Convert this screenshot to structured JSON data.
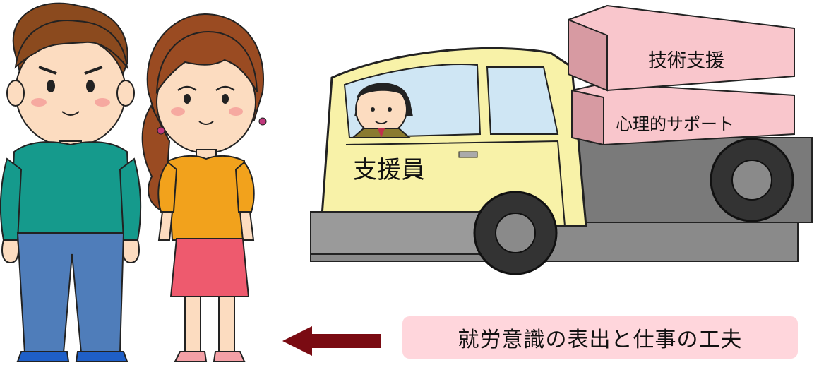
{
  "truck": {
    "driver_label": "支援員",
    "cargo_top_label": "技術支援",
    "cargo_bottom_label": "心理的サポート"
  },
  "caption": "就労意識の表出と仕事の工夫",
  "colors": {
    "cargo_fill": "#f9c6cc",
    "truck_body": "#f8f2a8",
    "caption_bg": "#ffd6dc",
    "arrow": "#7a0b12",
    "man_shirt": "#159a8c",
    "woman_shirt": "#f2a21c",
    "woman_skirt": "#ee5a6e"
  }
}
